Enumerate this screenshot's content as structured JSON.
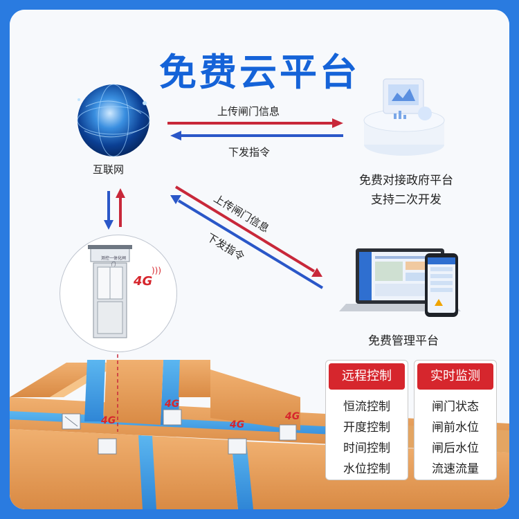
{
  "title": "免费云平台",
  "internet": {
    "label": "互联网"
  },
  "arrows": {
    "upload": "上传闸门信息",
    "download": "下发指令",
    "upload_diag": "上传闸门信息",
    "download_diag": "下发指令"
  },
  "gov_platform": {
    "line1": "免费对接政府平台",
    "line2": "支持二次开发"
  },
  "mgmt_platform": {
    "label": "免费管理平台"
  },
  "gate": {
    "signal": "4G",
    "panel_text": "测控一体化闸门"
  },
  "canal": {
    "signals": [
      "4G",
      "4G",
      "4G",
      "4G"
    ]
  },
  "remote_control": {
    "header": "远程控制",
    "items": [
      "恒流控制",
      "开度控制",
      "时间控制",
      "水位控制"
    ]
  },
  "realtime_monitor": {
    "header": "实时监测",
    "items": [
      "闸门状态",
      "闸前水位",
      "闸后水位",
      "流速流量"
    ]
  },
  "colors": {
    "brand": "#1563d8",
    "red": "#d6262d",
    "canal_orange": "#e8a05a",
    "water": "#4aa6e8"
  }
}
